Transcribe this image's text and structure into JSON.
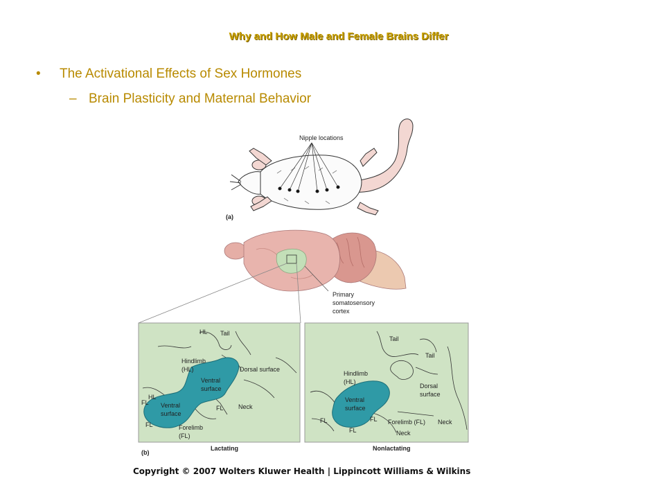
{
  "slide": {
    "title": "Why and How Male and Female Brains Differ",
    "bullet": "The Activational Effects of Sex Hormones",
    "subbullet": "Brain Plasticity and Maternal Behavior",
    "bullet_mark": "•",
    "sub_mark": "–"
  },
  "figure": {
    "nipple_label": "Nipple locations",
    "panel_a": "(a)",
    "panel_b": "(b)",
    "cortex_label": [
      "Primary",
      "somatosensory",
      "cortex"
    ],
    "lactating": {
      "caption": "Lactating",
      "labels": {
        "hl_top": "HL",
        "tail": "Tail",
        "hindlimb": [
          "Hindlimb",
          "(HL)"
        ],
        "dorsal": "Dorsal surface",
        "ventral_upper": [
          "Ventral",
          "surface"
        ],
        "hl_left": "HL",
        "fl_left": "FL",
        "ventral_lower": [
          "Ventral",
          "surface"
        ],
        "fl_mid": "FL",
        "neck": "Neck",
        "fl_bottom": "FL",
        "forelimb": [
          "Forelimb",
          "(FL)"
        ]
      }
    },
    "nonlactating": {
      "caption": "Nonlactating",
      "labels": {
        "tail_top": "Tail",
        "tail_right": "Tail",
        "hindlimb": [
          "Hindlimb",
          "(HL)"
        ],
        "dorsal": [
          "Dorsal",
          "surface"
        ],
        "ventral": [
          "Ventral",
          "surface"
        ],
        "fl_left": "FL",
        "fl_mid": "FL",
        "fl_bottom": "FL",
        "forelimb": "Forelimb (FL)",
        "neck_right": "Neck",
        "neck_bottom": "Neck"
      }
    },
    "colors": {
      "panel_bg": "#cfe3c4",
      "teal": "#2f9aa6",
      "brain": "#e8b4ad"
    }
  },
  "copyright": "Copyright © 2007 Wolters Kluwer Health | Lippincott Williams & Wilkins"
}
